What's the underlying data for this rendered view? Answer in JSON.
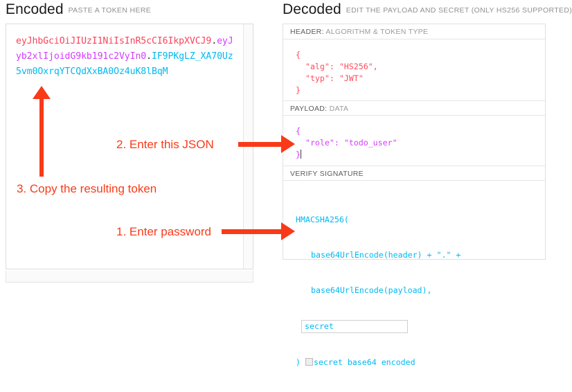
{
  "encoded": {
    "title": "Encoded",
    "subtitle": "PASTE A TOKEN HERE",
    "token": {
      "header": "eyJhbGciOiJIUzI1NiIsInR5cCI6IkpXVCJ9",
      "dot1": ".",
      "payload": "eyJyb2xlIjoidG9kb191c2VyIn0",
      "dot2": ".",
      "signature": "IF9PKgLZ_XA70Uz5vm0OxrqYTCQdXxBA0Oz4uK8lBqM"
    },
    "colors": {
      "header": "#fb425b",
      "payload": "#d63aff",
      "signature": "#00b9f1"
    }
  },
  "decoded": {
    "title": "Decoded",
    "subtitle": "EDIT THE PAYLOAD AND SECRET (ONLY HS256 SUPPORTED)",
    "sections": {
      "header": {
        "label_strong": "HEADER:",
        "label_rest": "ALGORITHM & TOKEN TYPE",
        "code": "{\n  \"alg\": \"HS256\",\n  \"typ\": \"JWT\"\n}"
      },
      "payload": {
        "label_strong": "PAYLOAD:",
        "label_rest": "DATA",
        "code": "{\n  \"role\": \"todo_user\"\n}"
      },
      "signature": {
        "label_strong": "VERIFY SIGNATURE",
        "label_rest": "",
        "line1": "HMACSHA256(",
        "line2": "base64UrlEncode(header) + \".\" +",
        "line3": "base64UrlEncode(payload),",
        "secret_value": "secret",
        "closing_paren": ")",
        "checkbox_label": "secret base64 encoded",
        "checkbox_checked": false
      }
    }
  },
  "annotations": {
    "color": "#f93a18",
    "step1": "1. Enter password",
    "step2": "2. Enter this JSON",
    "step3": "3. Copy the resulting token"
  }
}
